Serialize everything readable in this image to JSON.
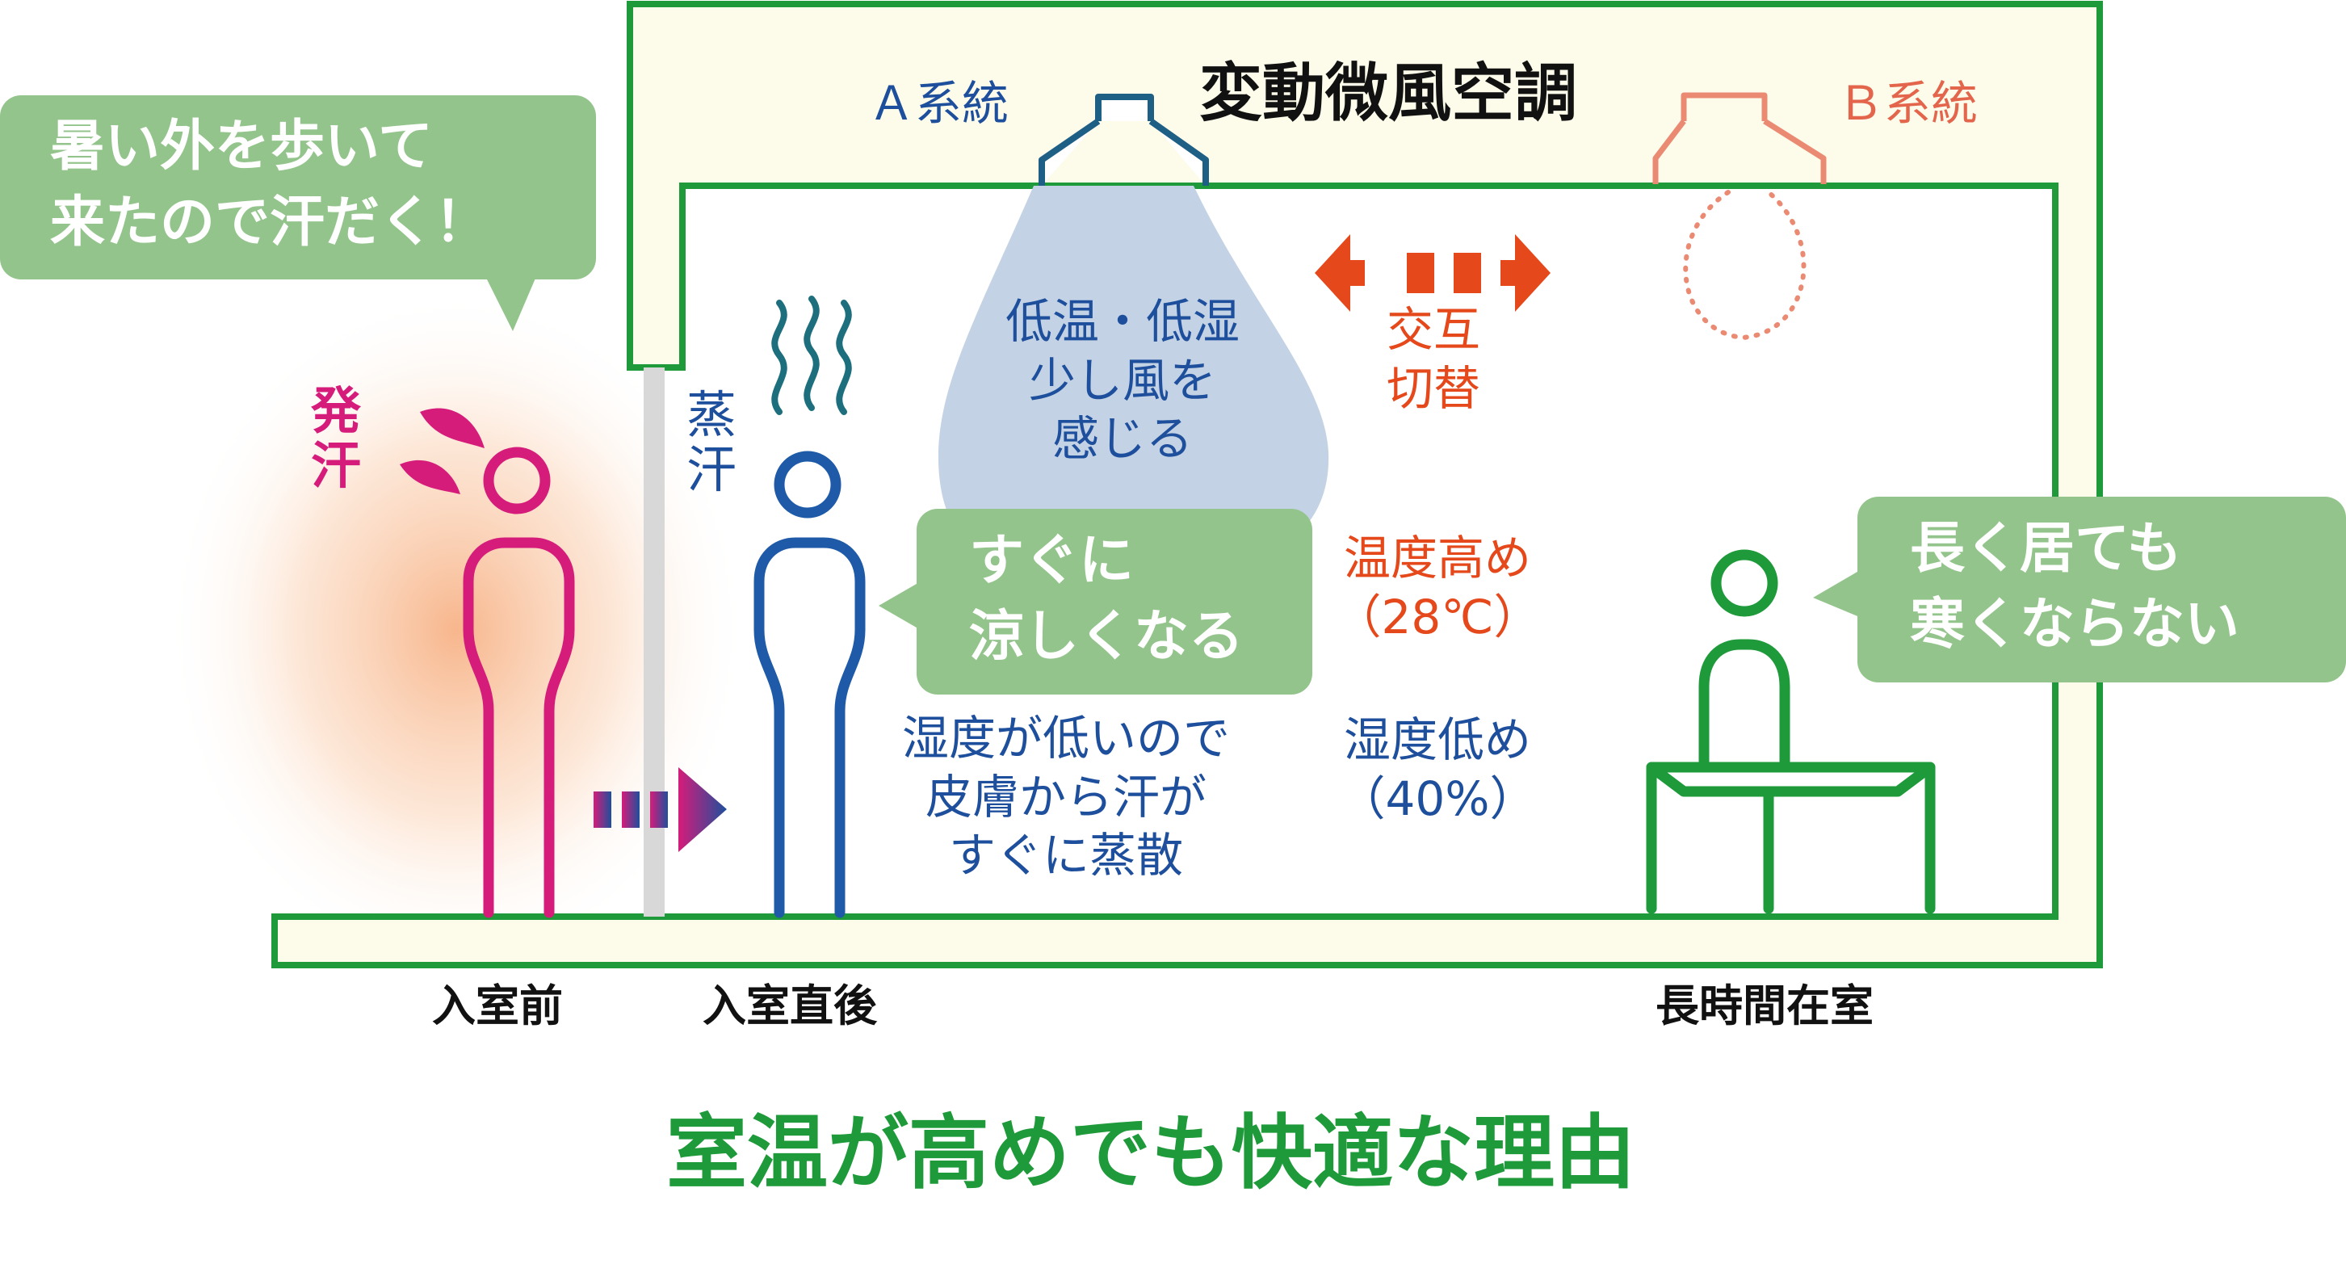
{
  "title": "変動微風空調",
  "system_a": "Ａ系統",
  "system_b": "Ｂ系統",
  "cone_text": [
    "低温・低湿",
    "少し風を",
    "感じる"
  ],
  "alternate": [
    "交互",
    "切替"
  ],
  "temp_high": [
    "温度高め",
    "（28℃）"
  ],
  "humidity_low": [
    "湿度低め",
    "（40%）"
  ],
  "evap_text": [
    "湿度が低いので",
    "皮膚から汗が",
    "すぐに蒸散"
  ],
  "sweat_label": [
    "発",
    "汗"
  ],
  "steam_label": [
    "蒸",
    "汗"
  ],
  "bubble_left": [
    "暑い外を歩いて",
    "来たので汗だく！"
  ],
  "bubble_mid": [
    "すぐに",
    "涼しくなる"
  ],
  "bubble_right": [
    "長く居ても",
    "寒くならない"
  ],
  "stage_labels": [
    "入室前",
    "入室直後",
    "長時間在室"
  ],
  "caption": "室温が高めでも快適な理由",
  "colors": {
    "green_line": "#1e9a3a",
    "room_fill": "#fdfbea",
    "bubble_green": "#93c48b",
    "blue_person": "#1e5aa8",
    "magenta_person": "#d61c7a",
    "green_person": "#1e9a3a",
    "cone_blue": "#c3d2e4",
    "arrow_orange": "#e5481a",
    "vent_b": "#eb8a72"
  },
  "icons": [
    "vent-a-icon",
    "vent-b-icon",
    "steam-icon",
    "sweat-drop-icon",
    "double-arrow-icon",
    "forward-arrow-icon"
  ]
}
